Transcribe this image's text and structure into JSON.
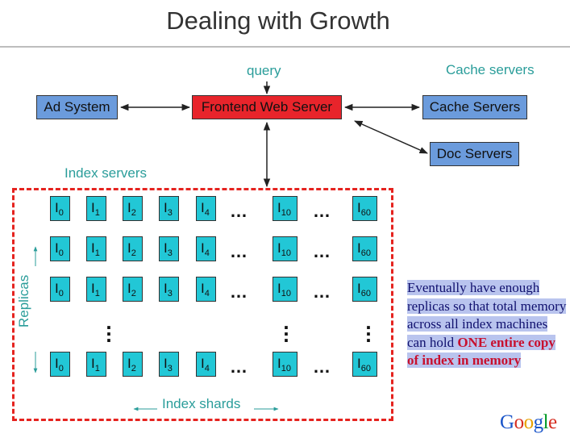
{
  "title": "Dealing with Growth",
  "labels": {
    "query": "query",
    "cache_servers_caption": "Cache servers",
    "index_servers_caption": "Index servers",
    "replicas": "Replicas",
    "index_shards": "Index shards"
  },
  "nodes": {
    "ad_system": "Ad System",
    "frontend": "Frontend Web Server",
    "cache_servers": "Cache Servers",
    "doc_servers": "Doc Servers"
  },
  "grid": {
    "shards": [
      "0",
      "1",
      "2",
      "3",
      "4",
      "10",
      "60"
    ],
    "ellipsis": "…"
  },
  "note": {
    "normal": "Eventually have enough replicas so that total memory across all index machines can hold ",
    "emphasis": "ONE entire copy of index in memory"
  },
  "logo": "Google",
  "colors": {
    "accent_teal": "#2a9d9a",
    "box_blue": "#6b9bdc",
    "frontend_red": "#e8242b",
    "cell_cyan": "#22c7d6",
    "dashed_red": "#e5231f"
  }
}
